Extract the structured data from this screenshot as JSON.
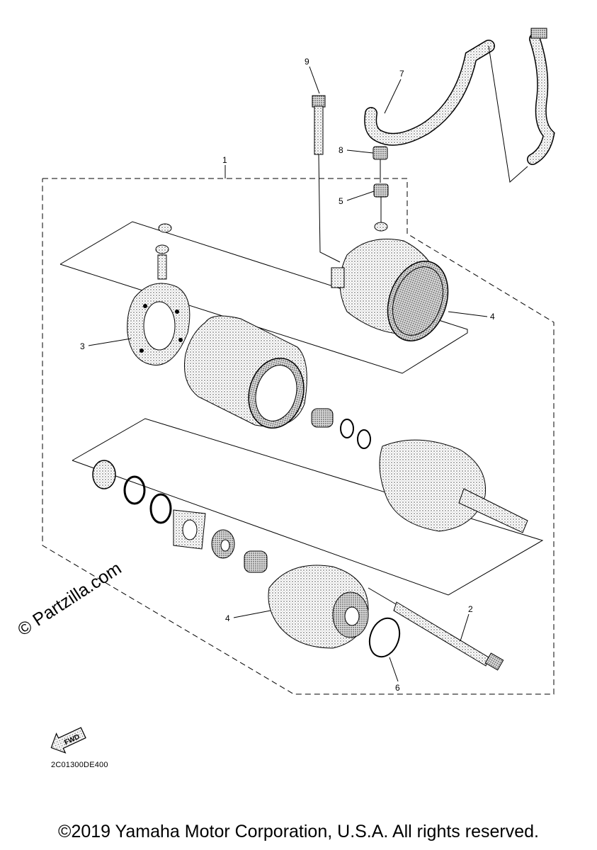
{
  "callouts": {
    "c1": "1",
    "c2": "2",
    "c3": "3",
    "c4a": "4",
    "c4b": "4",
    "c5": "5",
    "c6": "6",
    "c7": "7",
    "c8": "8",
    "c9": "9"
  },
  "fwd_label": "FWD",
  "diagram_code": "2C01300DE400",
  "watermark": "© Partzilla.com",
  "copyright": "©2019 Yamaha Motor Corporation, U.S.A. All rights reserved."
}
